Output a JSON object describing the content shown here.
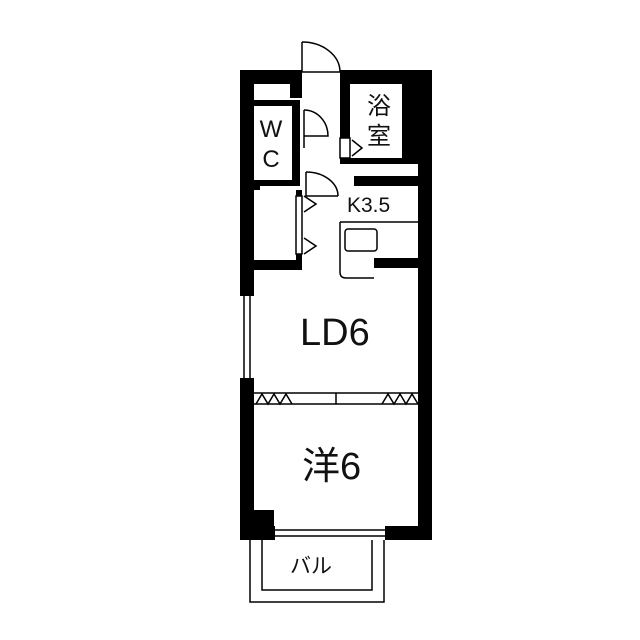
{
  "rooms": {
    "bath": "浴室",
    "wc": "WC",
    "kitchen": "K3.5",
    "living_dining": "LD6",
    "western_room": "洋6",
    "balcony": "バル"
  }
}
